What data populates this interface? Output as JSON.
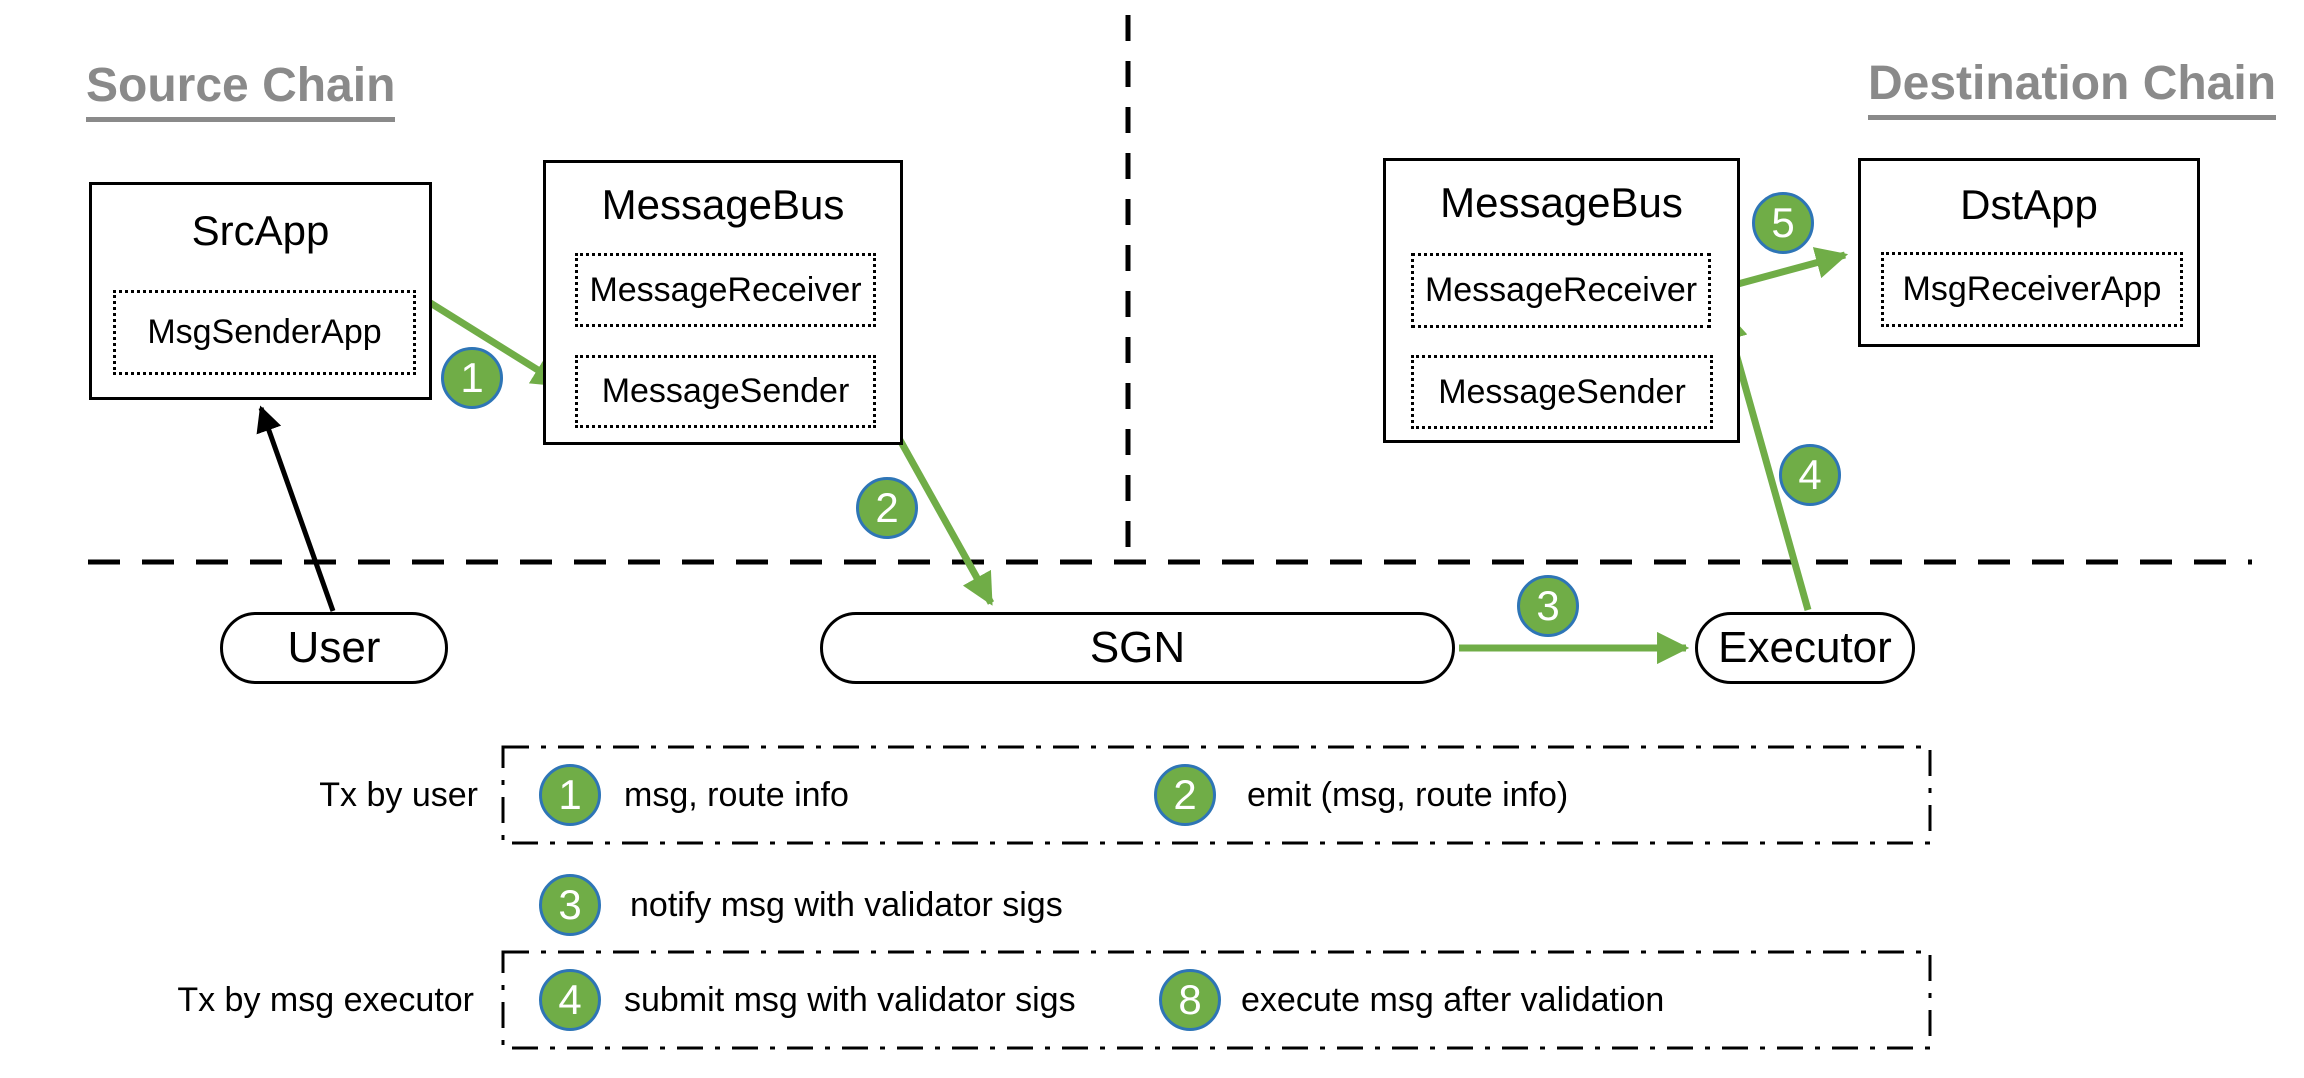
{
  "colors": {
    "arrow_green": "#70ad47",
    "badge_green": "#70ad47",
    "badge_ring_blue": "#2e75b6",
    "heading_gray": "#8a8a8a",
    "line_black": "#000000"
  },
  "headings": {
    "source": "Source Chain",
    "destination": "Destination Chain"
  },
  "source_chain": {
    "src_app": {
      "title": "SrcApp",
      "module": "MsgSenderApp"
    },
    "message_bus": {
      "title": "MessageBus",
      "receiver": "MessageReceiver",
      "sender": "MessageSender"
    }
  },
  "destination_chain": {
    "message_bus": {
      "title": "MessageBus",
      "receiver": "MessageReceiver",
      "sender": "MessageSender"
    },
    "dst_app": {
      "title": "DstApp",
      "module": "MsgReceiverApp"
    }
  },
  "offchain": {
    "user": "User",
    "sgn": "SGN",
    "executor": "Executor"
  },
  "steps": {
    "s1": "1",
    "s2": "2",
    "s3": "3",
    "s4": "4",
    "s5": "5"
  },
  "legend": {
    "row1": {
      "label": "Tx by user",
      "item1": {
        "num": "1",
        "text": "msg, route info"
      },
      "item2": {
        "num": "2",
        "text": "emit (msg, route info)"
      }
    },
    "row2": {
      "item1": {
        "num": "3",
        "text": "notify msg with validator sigs"
      }
    },
    "row3": {
      "label": "Tx by msg executor",
      "item1": {
        "num": "4",
        "text": "submit msg with validator sigs"
      },
      "item2": {
        "num": "8",
        "text": "execute msg after validation"
      }
    }
  }
}
